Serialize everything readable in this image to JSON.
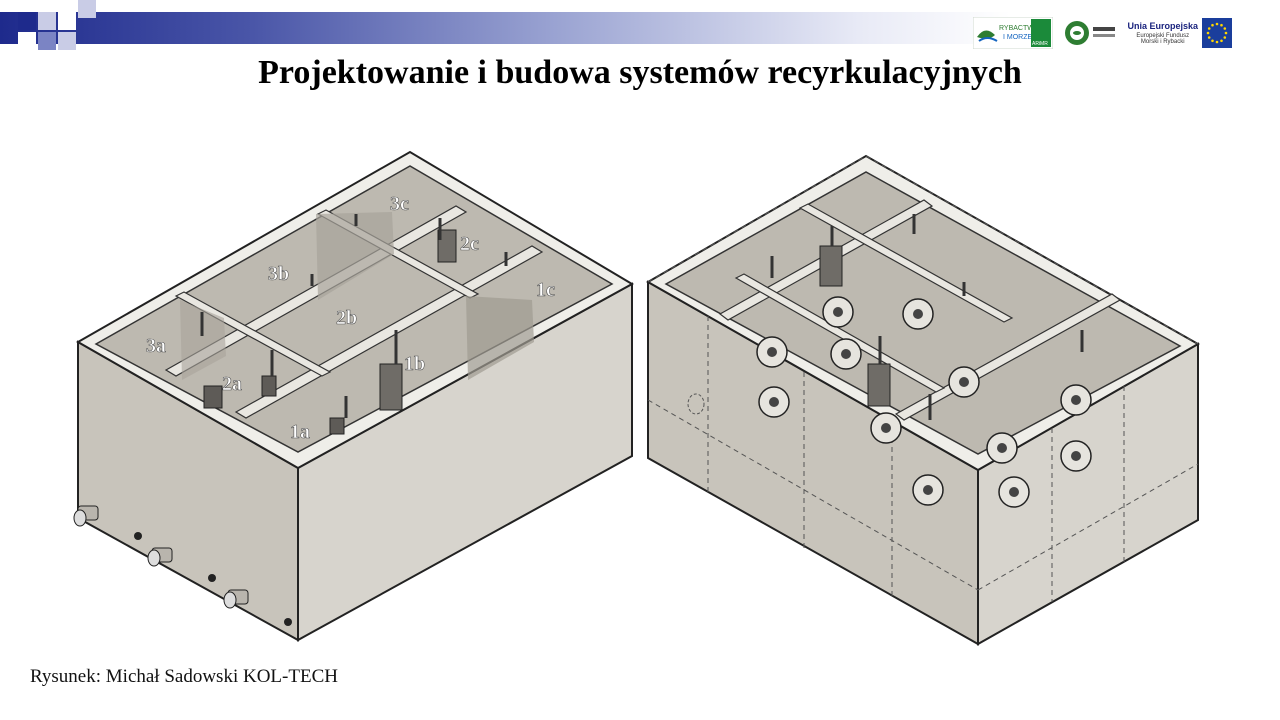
{
  "slide": {
    "title": "Projektowanie i budowa systemów recyrkulacyjnych",
    "credit": "Rysunek: Michał Sadowski KOL-TECH"
  },
  "logos": {
    "rybactwo_line1": "RYBACTWO",
    "rybactwo_line2": "I MORZE",
    "arimr": "ARiMR",
    "ue_title": "Unia Europejska",
    "ue_fund_line1": "Europejski Fundusz",
    "ue_fund_line2": "Morski i Rybacki"
  },
  "drawing": {
    "labels": {
      "l1a": "1a",
      "l1b": "1b",
      "l1c": "1c",
      "l2a": "2a",
      "l2b": "2b",
      "l2c": "2c",
      "l3a": "3a",
      "l3b": "3b",
      "l3c": "3c"
    }
  },
  "colors": {
    "bar_dark": "#1e2a8c",
    "tank_side": "#c5c1b8",
    "tank_front": "#d6d3cc",
    "tank_rim": "#eeede8"
  }
}
